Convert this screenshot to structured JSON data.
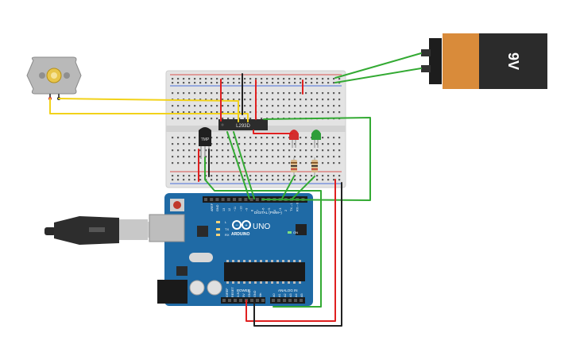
{
  "battery": {
    "label": "9V",
    "body_color": "#d98b3a",
    "cap_color": "#2b2b2b"
  },
  "motor_driver": {
    "label": "L293D"
  },
  "sensor": {
    "label": "TMP"
  },
  "arduino": {
    "brand": "ARDUINO",
    "model": "UNO",
    "digital_label": "DIGITAL (PWM~)",
    "power_label": "POWER",
    "analog_label": "ANALOG IN",
    "board_color": "#1f6aa5",
    "tx_label": "TX",
    "rx_label": "RX",
    "l_label": "L",
    "on_label": "ON",
    "aref_label": "AREF",
    "gnd_label": "GND",
    "digital_pins": [
      "13",
      "12",
      "~11",
      "~10",
      "~9",
      "8",
      "7",
      "~6",
      "~5",
      "4",
      "~3",
      "2",
      "TX→1",
      "RX←0"
    ],
    "power_pins": [
      "IOREF",
      "RESET",
      "3.3V",
      "5V",
      "GND",
      "GND",
      "Vin"
    ],
    "analog_pins": [
      "A0",
      "A1",
      "A2",
      "A3",
      "A4",
      "A5"
    ]
  },
  "leds": [
    {
      "color": "#d32f2f"
    },
    {
      "color": "#2e9e3a"
    }
  ],
  "wire_colors": {
    "red": "#e02020",
    "black": "#222222",
    "green": "#33aa33",
    "yellow": "#f2d21a"
  }
}
